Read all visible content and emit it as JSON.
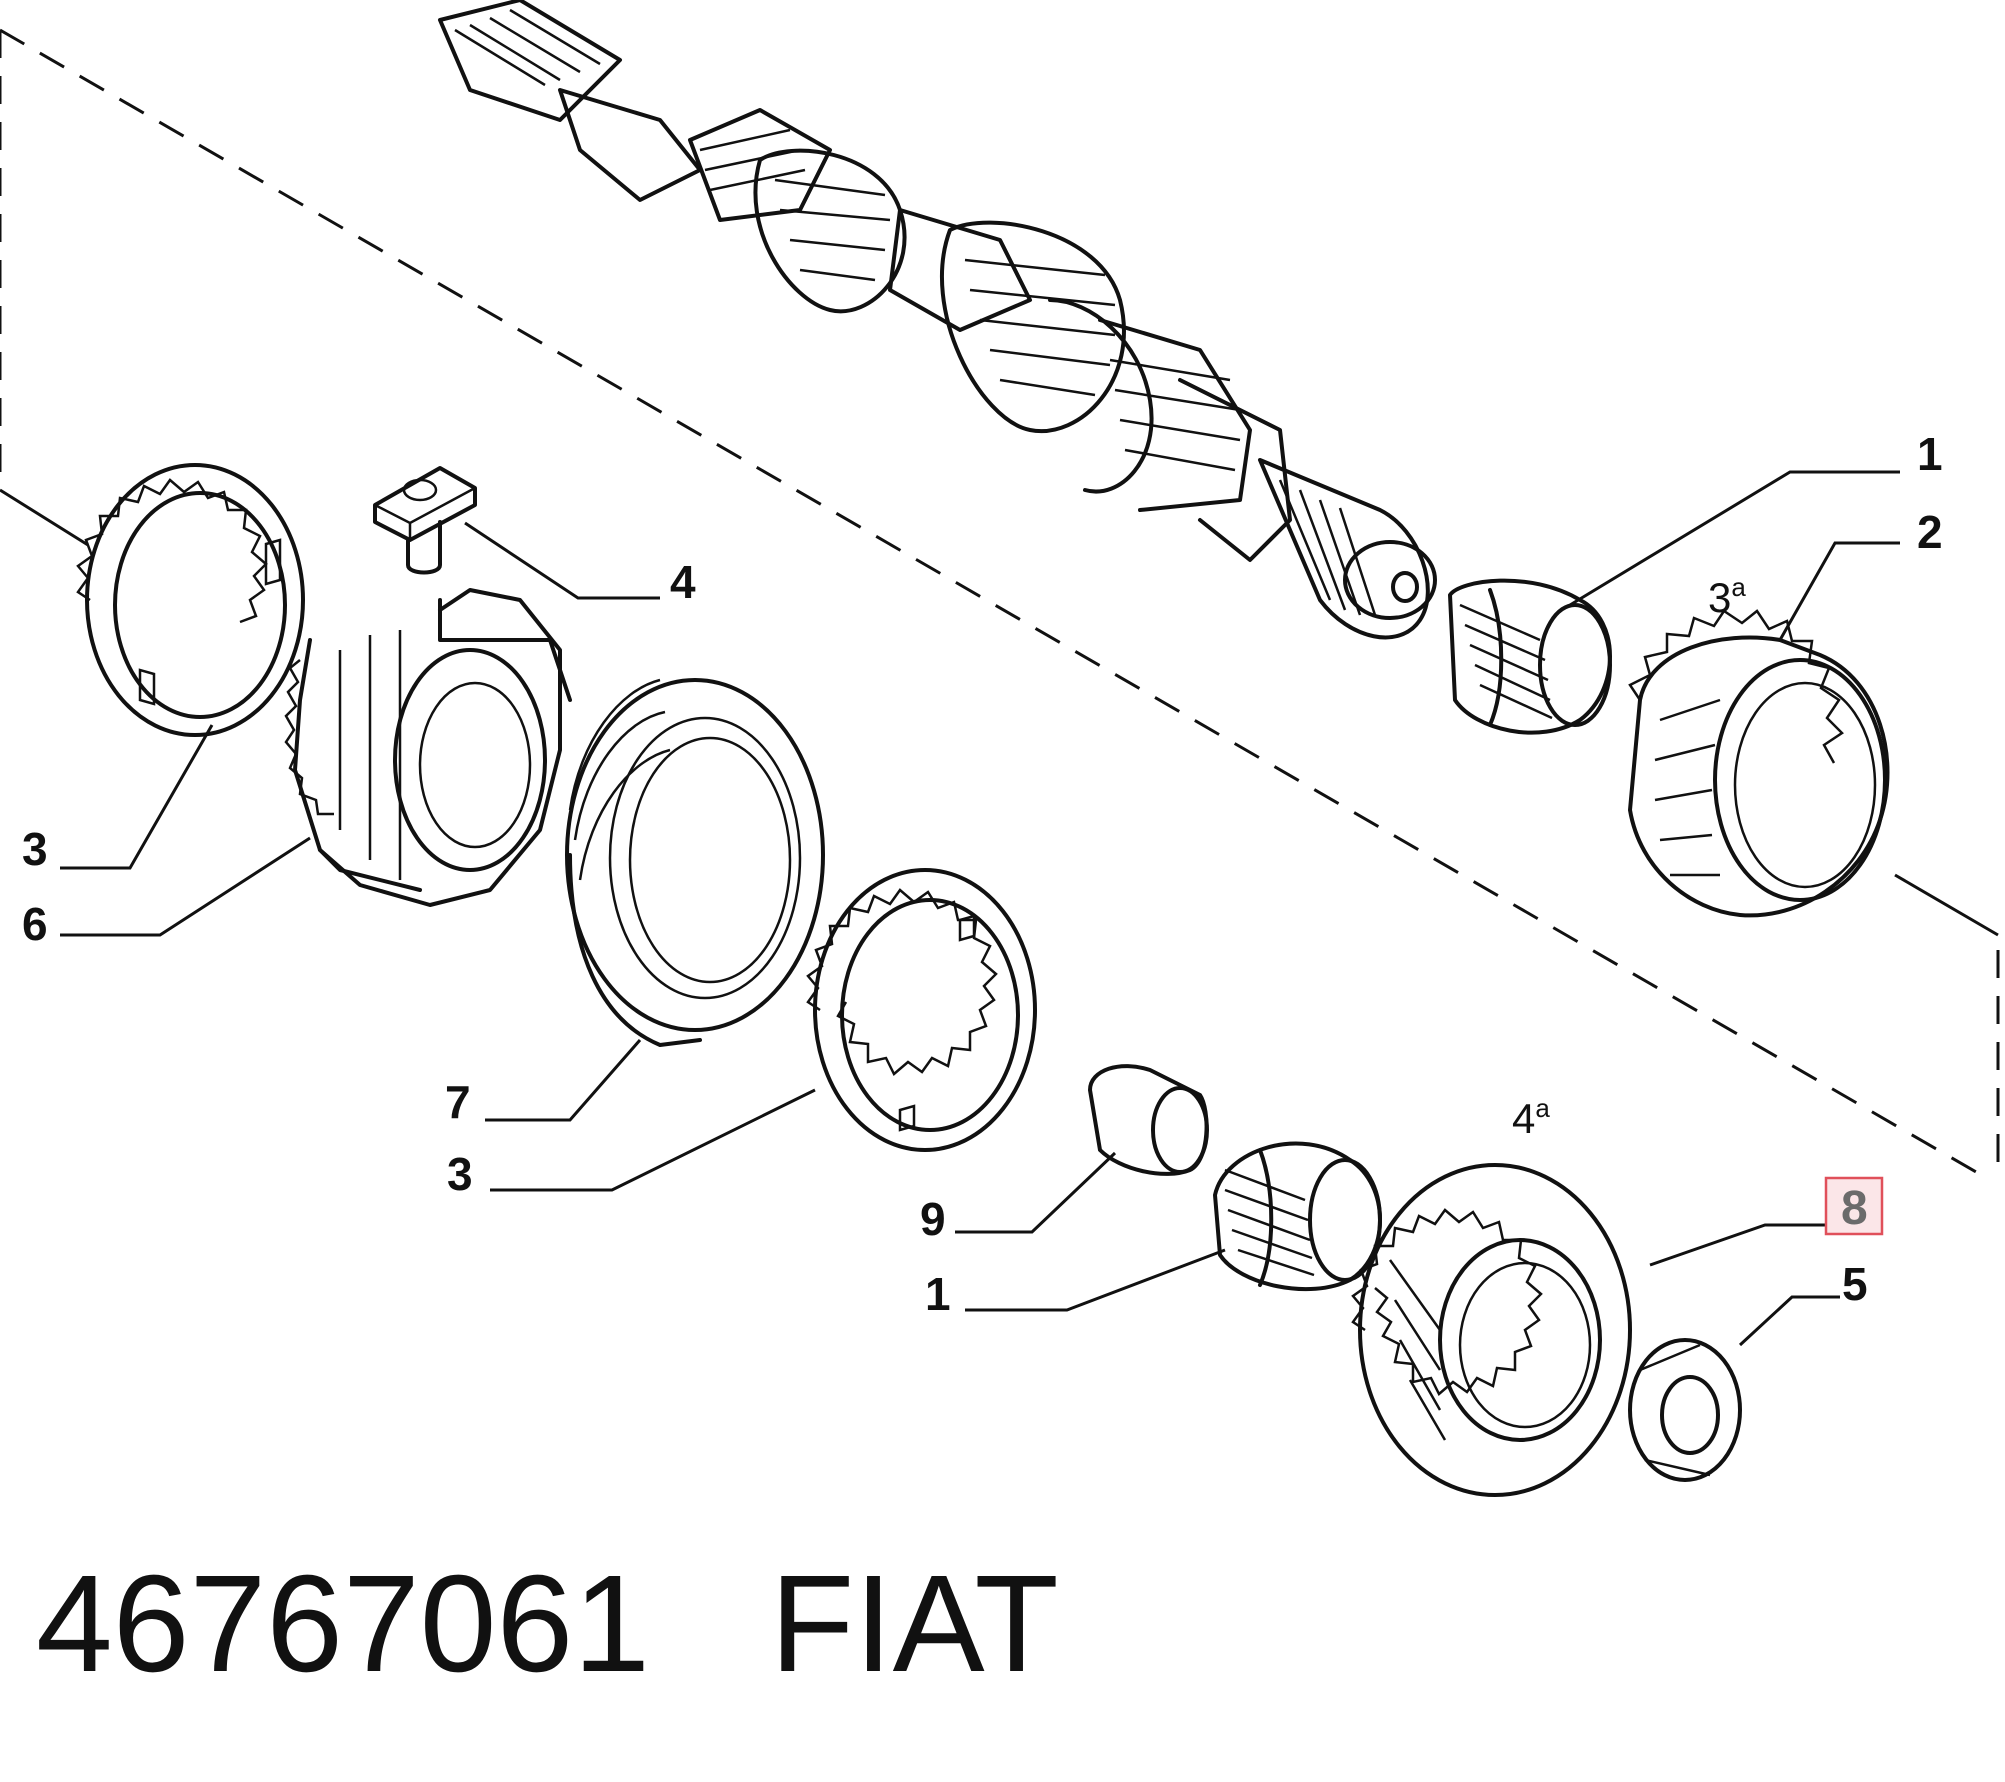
{
  "callouts": {
    "c1_top": "1",
    "c2": "2",
    "c3_left": "3",
    "c4": "4",
    "c6": "6",
    "c7": "7",
    "c3_mid": "3",
    "c9": "9",
    "c1_bottom": "1",
    "c8": "8",
    "c5": "5"
  },
  "gear_labels": {
    "third": {
      "num": "3",
      "sup": "a"
    },
    "fourth": {
      "num": "4",
      "sup": "a"
    }
  },
  "highlight": {
    "color": "#e0505a",
    "callout": "8"
  },
  "footer": {
    "part_number": "46767061",
    "brand": "FIAT"
  }
}
